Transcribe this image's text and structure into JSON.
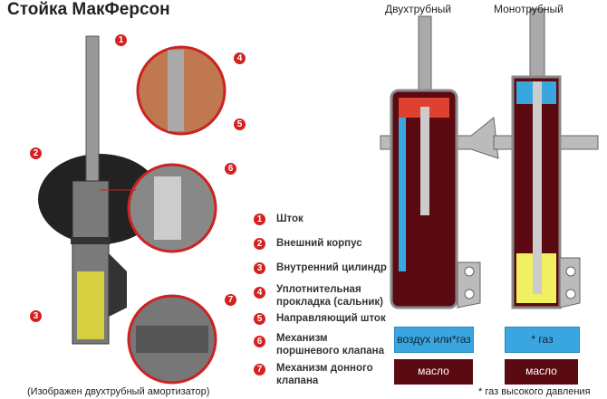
{
  "title": "Стойка МакФерсон",
  "headers": {
    "twin": "Двухтрубный",
    "mono": "Монотрубный"
  },
  "callouts": [
    "1",
    "2",
    "3",
    "4",
    "5",
    "6",
    "7"
  ],
  "legend": [
    {
      "num": "1",
      "label": "Шток"
    },
    {
      "num": "2",
      "label": "Внешний корпус"
    },
    {
      "num": "3",
      "label": "Внутренний цилиндр"
    },
    {
      "num": "4",
      "label": "Уплотнительная\nпрокладка (сальник)"
    },
    {
      "num": "5",
      "label": "Направляющий шток"
    },
    {
      "num": "6",
      "label": "Механизм\nпоршневого клапана"
    },
    {
      "num": "7",
      "label": "Механизм донного\nклапана"
    }
  ],
  "boxes": {
    "twin_gas": "воздух или*газ",
    "mono_gas": "* газ",
    "twin_oil": "масло",
    "mono_oil": "масло"
  },
  "footnote": "* газ высокого давления",
  "caption": "(Изображен двухтрубный амортизатор)",
  "colors": {
    "oil": "#5a0a10",
    "gas": "#3aa6e0",
    "callout": "#d42020"
  }
}
